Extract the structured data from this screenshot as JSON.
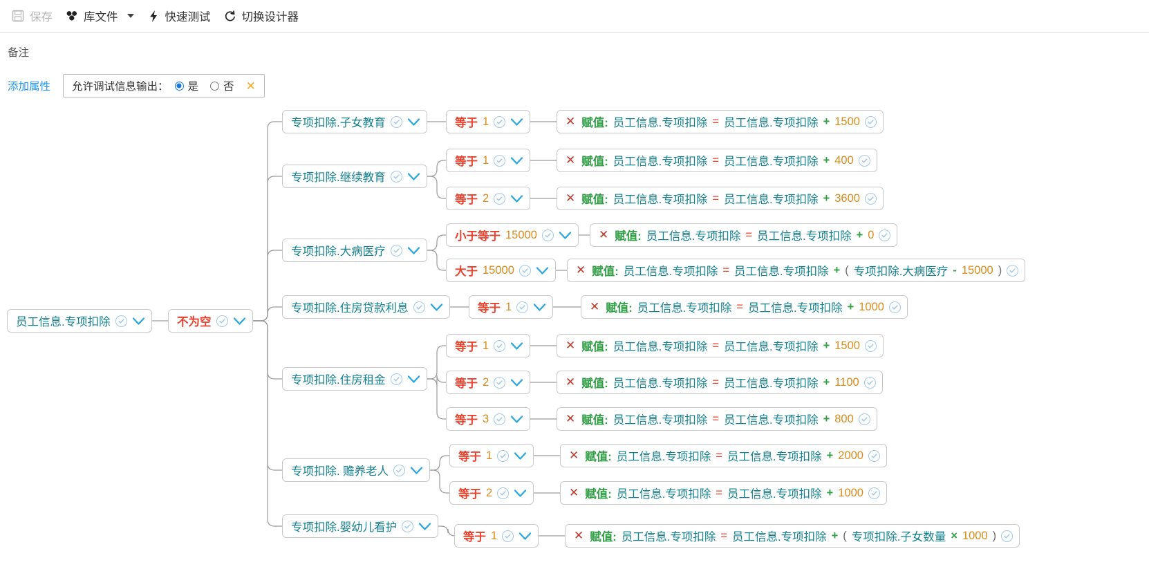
{
  "toolbar": {
    "items": [
      {
        "label": "保存",
        "icon": "save-icon",
        "disabled": true,
        "caret": false
      },
      {
        "label": "库文件",
        "icon": "library-icon",
        "disabled": false,
        "caret": true
      },
      {
        "label": "快速测试",
        "icon": "lightning-icon",
        "disabled": false,
        "caret": false
      },
      {
        "label": "切换设计器",
        "icon": "refresh-icon",
        "disabled": false,
        "caret": false
      }
    ]
  },
  "header": {
    "remark_label": "备注",
    "add_property_label": "添加属性",
    "property": {
      "label": "允许调试信息输出：",
      "option_yes": "是",
      "option_no": "否",
      "selected": "是",
      "close_icon": "✕"
    }
  },
  "colors": {
    "field": "#13818f",
    "operator": "#e8422e",
    "number": "#d98c1a",
    "assign": "#2f9e44",
    "accent_link": "#2196f3",
    "radio": "#1675e0",
    "caret_icon": "#29a7e0",
    "check_icon": "#9ec9e8",
    "node_border": "#c9c9c9"
  },
  "tree": {
    "root": {
      "field": "员工信息.专项扣除"
    },
    "root_condition": {
      "operator": "不为空"
    },
    "branches": [
      {
        "field": "专项扣除.子女教育",
        "conditions": [
          {
            "operator": "等于",
            "value": "1",
            "action": {
              "keyword": "赋值:",
              "target": "员工信息.专项扣除",
              "eq": "=",
              "left": "员工信息.专项扣除",
              "plus": "+",
              "amount": "1500"
            }
          }
        ]
      },
      {
        "field": "专项扣除.继续教育",
        "conditions": [
          {
            "operator": "等于",
            "value": "1",
            "action": {
              "keyword": "赋值:",
              "target": "员工信息.专项扣除",
              "eq": "=",
              "left": "员工信息.专项扣除",
              "plus": "+",
              "amount": "400"
            }
          },
          {
            "operator": "等于",
            "value": "2",
            "action": {
              "keyword": "赋值:",
              "target": "员工信息.专项扣除",
              "eq": "=",
              "left": "员工信息.专项扣除",
              "plus": "+",
              "amount": "3600"
            }
          }
        ]
      },
      {
        "field": "专项扣除.大病医疗",
        "conditions": [
          {
            "operator": "小于等于",
            "value": "15000",
            "action": {
              "keyword": "赋值:",
              "target": "员工信息.专项扣除",
              "eq": "=",
              "left": "员工信息.专项扣除",
              "plus": "+",
              "amount": "0"
            }
          },
          {
            "operator": "大于",
            "value": "15000",
            "action": {
              "keyword": "赋值:",
              "target": "员工信息.专项扣除",
              "eq": "=",
              "left": "员工信息.专项扣除",
              "plus": "+",
              "open_paren": "(",
              "sub_field": "专项扣除.大病医疗",
              "sub_op": "-",
              "sub_value": "15000",
              "close_paren": ")"
            }
          }
        ]
      },
      {
        "field": "专项扣除.住房贷款利息",
        "conditions": [
          {
            "operator": "等于",
            "value": "1",
            "action": {
              "keyword": "赋值:",
              "target": "员工信息.专项扣除",
              "eq": "=",
              "left": "员工信息.专项扣除",
              "plus": "+",
              "amount": "1000"
            }
          }
        ]
      },
      {
        "field": "专项扣除.住房租金",
        "conditions": [
          {
            "operator": "等于",
            "value": "1",
            "action": {
              "keyword": "赋值:",
              "target": "员工信息.专项扣除",
              "eq": "=",
              "left": "员工信息.专项扣除",
              "plus": "+",
              "amount": "1500"
            }
          },
          {
            "operator": "等于",
            "value": "2",
            "action": {
              "keyword": "赋值:",
              "target": "员工信息.专项扣除",
              "eq": "=",
              "left": "员工信息.专项扣除",
              "plus": "+",
              "amount": "1100"
            }
          },
          {
            "operator": "等于",
            "value": "3",
            "action": {
              "keyword": "赋值:",
              "target": "员工信息.专项扣除",
              "eq": "=",
              "left": "员工信息.专项扣除",
              "plus": "+",
              "amount": "800"
            }
          }
        ]
      },
      {
        "field": "专项扣除. 赡养老人",
        "conditions": [
          {
            "operator": "等于",
            "value": "1",
            "action": {
              "keyword": "赋值:",
              "target": "员工信息.专项扣除",
              "eq": "=",
              "left": "员工信息.专项扣除",
              "plus": "+",
              "amount": "2000"
            }
          },
          {
            "operator": "等于",
            "value": "2",
            "action": {
              "keyword": "赋值:",
              "target": "员工信息.专项扣除",
              "eq": "=",
              "left": "员工信息.专项扣除",
              "plus": "+",
              "amount": "1000"
            }
          }
        ]
      },
      {
        "field": "专项扣除.婴幼儿看护",
        "conditions": [
          {
            "operator": "等于",
            "value": "1",
            "action": {
              "keyword": "赋值:",
              "target": "员工信息.专项扣除",
              "eq": "=",
              "left": "员工信息.专项扣除",
              "plus": "+",
              "open_paren": "(",
              "sub_field": "专项扣除.子女数量",
              "sub_op": "×",
              "sub_value": "1000",
              "close_paren": ")"
            }
          }
        ]
      }
    ]
  }
}
